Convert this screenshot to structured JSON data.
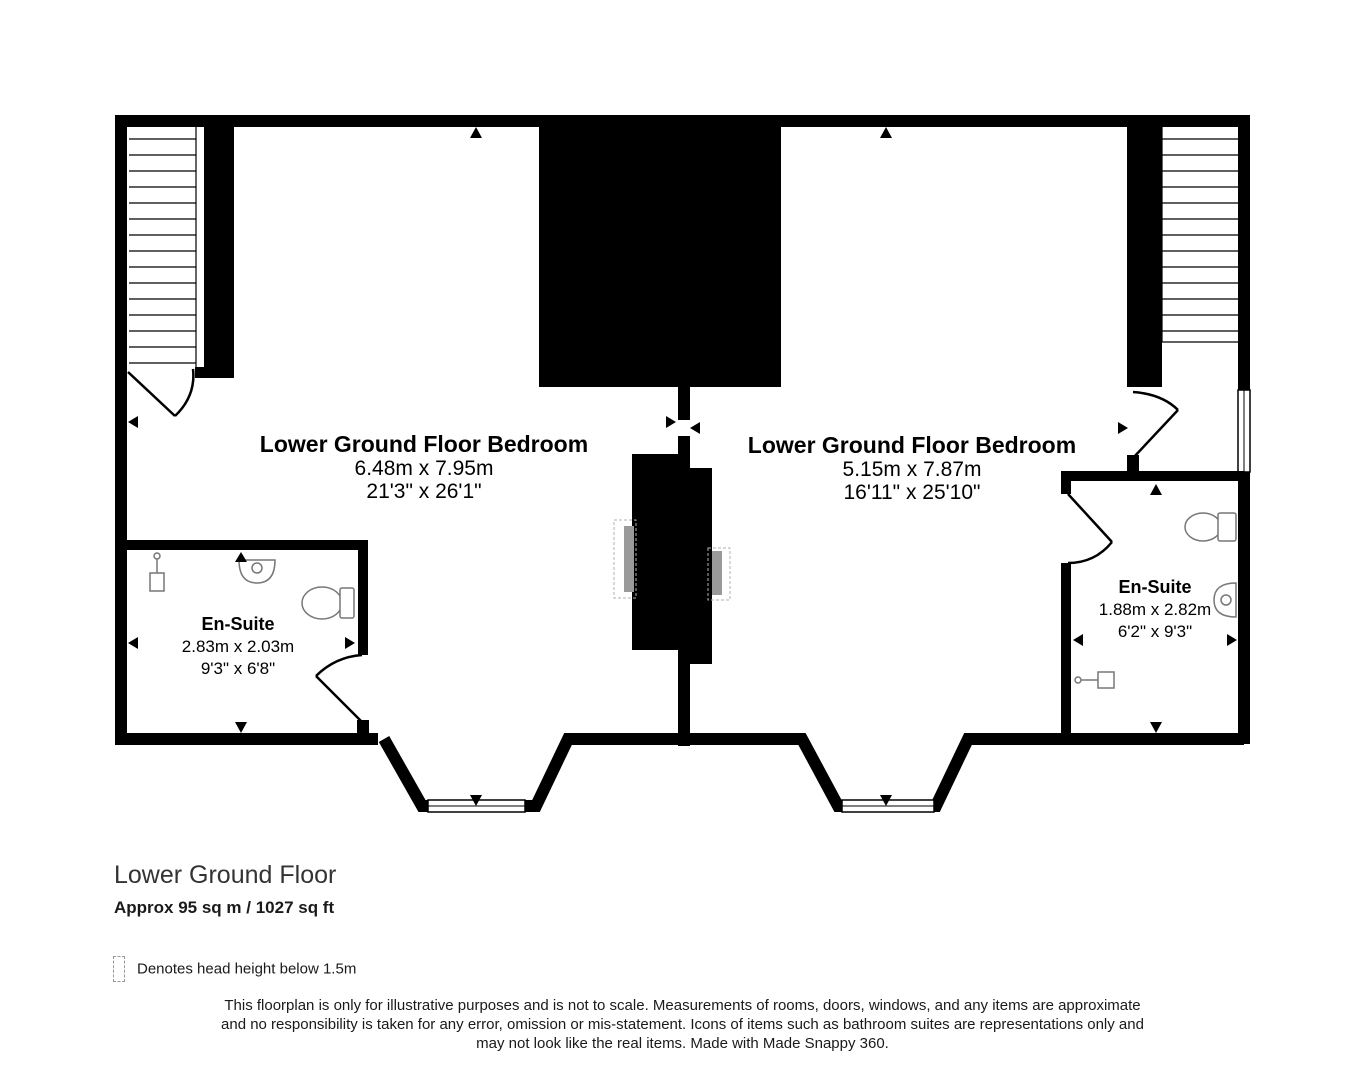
{
  "rooms": {
    "left_bedroom": {
      "name": "Lower Ground Floor Bedroom",
      "metric": "6.48m x 7.95m",
      "imperial": "21'3\" x 26'1\""
    },
    "right_bedroom": {
      "name": "Lower Ground Floor Bedroom",
      "metric": "5.15m x 7.87m",
      "imperial": "16'11\" x 25'10\""
    },
    "left_ensuite": {
      "name": "En-Suite",
      "metric": "2.83m x 2.03m",
      "imperial": "9'3\" x 6'8\""
    },
    "right_ensuite": {
      "name": "En-Suite",
      "metric": "1.88m x 2.82m",
      "imperial": "6'2\" x 9'3\""
    }
  },
  "floor": {
    "name": "Lower Ground Floor",
    "area": "Approx 95 sq m / 1027 sq ft"
  },
  "legend": {
    "head_height": "Denotes head height below 1.5m"
  },
  "disclaimer": {
    "line1": "This floorplan is only for illustrative purposes and is not to scale. Measurements of rooms, doors, windows, and any items are approximate",
    "line2": "and no responsibility is taken for any error, omission or mis-statement. Icons of items such as bathroom suites are representations only and",
    "line3": "may not look like the real items. Made with Made Snappy 360."
  },
  "colors": {
    "wall": "#000000",
    "fixture": "#9a9a9a",
    "text": "#1a1a1a"
  }
}
